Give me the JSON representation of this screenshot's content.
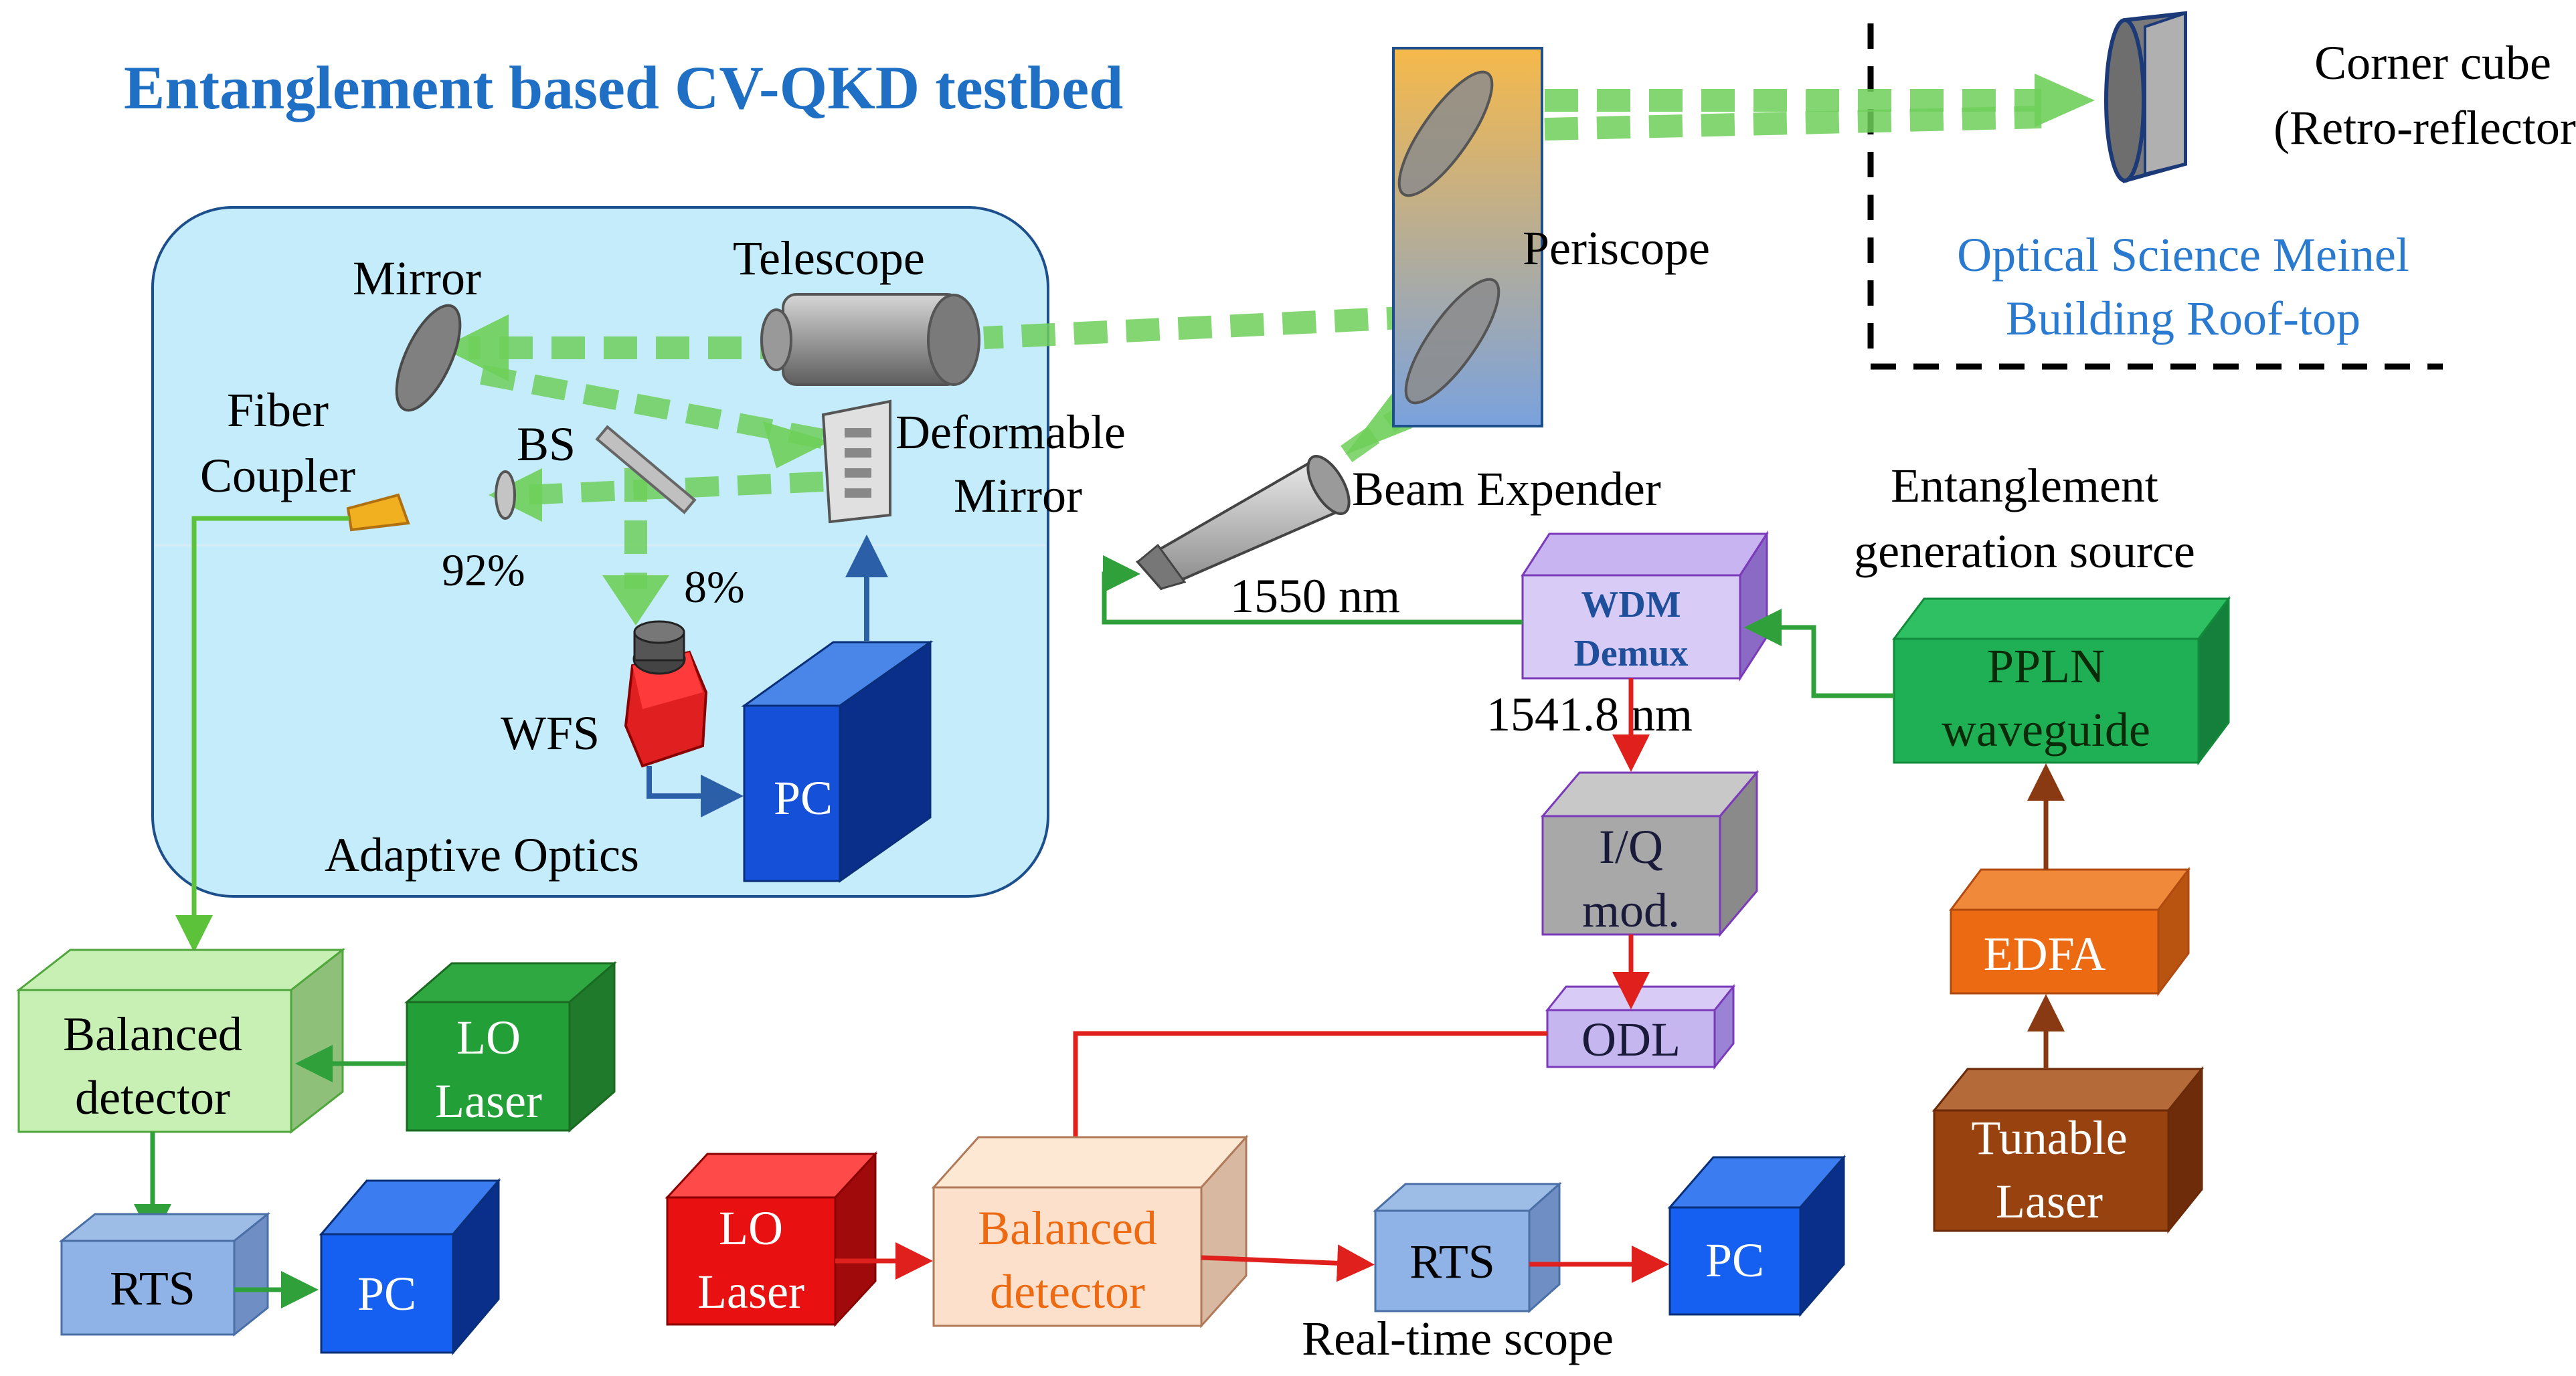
{
  "title": "Entanglement based CV-QKD testbed",
  "colors": {
    "title": "#1f6fc4",
    "roof_text": "#2a7ad0",
    "ao_panel": "#c4ecfa",
    "beam": "#6fcf5a",
    "fiber_green": "#5cc23a",
    "red_line": "#e0201c",
    "blue_line": "#2b5fa8",
    "brown_line": "#8a3a12"
  },
  "roof": {
    "corner_cube": "Corner cube",
    "retro": "(Retro-reflector)",
    "building_line1": "Optical Science Meinel",
    "building_line2": "Building Roof-top"
  },
  "periscope": "Periscope",
  "beam_expander": "Beam Expender",
  "adaptive_optics": {
    "label": "Adaptive Optics",
    "mirror": "Mirror",
    "telescope": "Telescope",
    "fiber_coupler_line1": "Fiber",
    "fiber_coupler_line2": "Coupler",
    "bs": "BS",
    "deformable_line1": "Deformable",
    "deformable_line2": "Mirror",
    "pct_92": "92%",
    "pct_8": "8%",
    "wfs": "WFS",
    "pc": "PC"
  },
  "receiver": {
    "balanced_line1": "Balanced",
    "balanced_line2": "detector",
    "lo_line1": "LO",
    "lo_line2": "Laser",
    "rts": "RTS",
    "pc": "PC"
  },
  "source": {
    "entanglement_line1": "Entanglement",
    "entanglement_line2": "generation source",
    "ppln_line1": "PPLN",
    "ppln_line2": "waveguide",
    "edfa": "EDFA",
    "tunable_line1": "Tunable",
    "tunable_line2": "Laser",
    "wdm_line1": "WDM",
    "wdm_line2": "Demux",
    "wl_1550": "1550 nm",
    "wl_1541": "1541.8 nm",
    "iq_line1": "I/Q",
    "iq_line2": "mod.",
    "odl": "ODL"
  },
  "local": {
    "lo_line1": "LO",
    "lo_line2": "Laser",
    "balanced_line1": "Balanced",
    "balanced_line2": "detector",
    "rts": "RTS",
    "pc": "PC",
    "realtime_scope": "Real-time scope"
  }
}
